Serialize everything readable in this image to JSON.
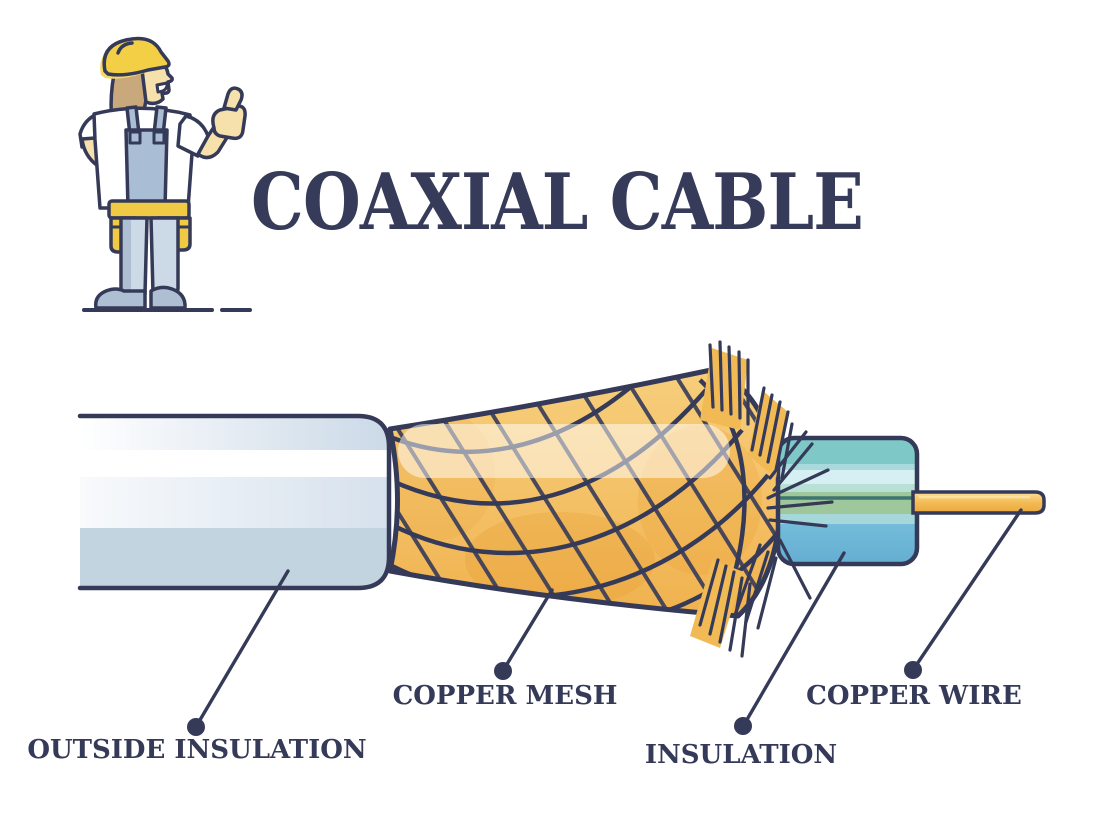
{
  "title": "COAXIAL CABLE",
  "diagram": {
    "subject": "coaxial cable cutaway",
    "labels": [
      {
        "id": "outside-insulation",
        "text": "OUTSIDE INSULATION"
      },
      {
        "id": "copper-mesh",
        "text": "COPPER MESH"
      },
      {
        "id": "insulation",
        "text": "INSULATION"
      },
      {
        "id": "copper-wire",
        "text": "COPPER WIRE"
      }
    ]
  },
  "illustration": {
    "worker_icon": "construction-worker-thumbs-up-icon"
  },
  "colors": {
    "background": "#ffffff",
    "outline_navy": "#353a58",
    "text_navy": "#363b59",
    "copper_gold": "#f2b95a",
    "copper_gold_light": "#f8d88e",
    "copper_gold_dark": "#e79c2f",
    "inner_insulation_teal": "#7ec8c8",
    "inner_insulation_blue": "#6fb9d8",
    "outer_insulation_gray": "#c3d4e1",
    "hat_yellow": "#f2cf45",
    "skin_tone": "#f6e0ac",
    "hair_brown": "#c9a87c",
    "overalls_blue": "#a9bdd4",
    "pants_blue": "#ccd9e6"
  }
}
